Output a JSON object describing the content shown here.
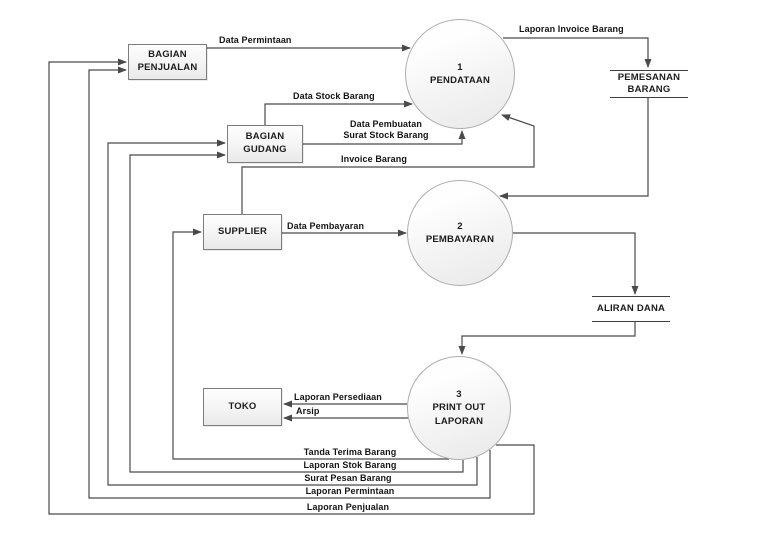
{
  "diagram": {
    "type": "data-flow-diagram",
    "colors": {
      "line": "#4a4a4a",
      "entity_border": "#7d7d7d",
      "process_border": "#aeaeae",
      "text": "#1c1c1c",
      "background": "#ffffff"
    },
    "entities": {
      "bagian_penjualan": {
        "label": "BAGIAN\nPENJUALAN"
      },
      "bagian_gudang": {
        "label": "BAGIAN\nGUDANG"
      },
      "supplier": {
        "label": "SUPPLIER"
      },
      "toko": {
        "label": "TOKO"
      }
    },
    "processes": {
      "p1": {
        "number": "1",
        "name": "PENDATAAN"
      },
      "p2": {
        "number": "2",
        "name": "PEMBAYARAN"
      },
      "p3": {
        "number": "3",
        "name": "PRINT OUT\nLAPORAN"
      }
    },
    "datastores": {
      "pemesanan_barang": {
        "label": "PEMESANAN\nBARANG"
      },
      "aliran_dana": {
        "label": "ALIRAN DANA"
      }
    },
    "flows": {
      "data_permintaan": "Data Permintaan",
      "laporan_invoice_barang": "Laporan Invoice Barang",
      "data_stock_barang": "Data Stock Barang",
      "data_pembuatan_surat_stock_barang": "Data Pembuatan\nSurat Stock Barang",
      "invoice_barang": "Invoice Barang",
      "data_pembayaran": "Data Pembayaran",
      "laporan_persediaan": "Laporan Persediaan",
      "arsip": "Arsip",
      "tanda_terima_barang": "Tanda Terima Barang",
      "laporan_stok_barang": "Laporan Stok Barang",
      "surat_pesan_barang": "Surat Pesan Barang",
      "laporan_permintaan": "Laporan Permintaan",
      "laporan_penjualan": "Laporan Penjualan"
    }
  }
}
